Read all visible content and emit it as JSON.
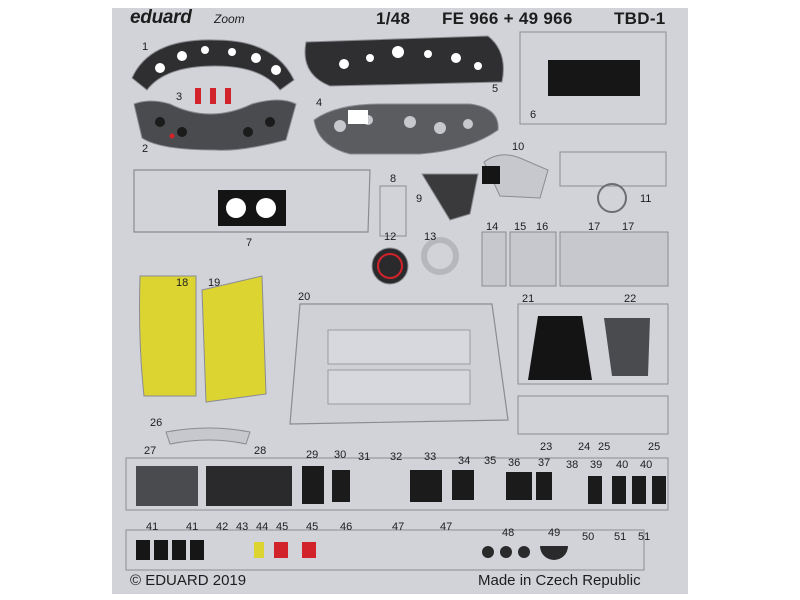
{
  "sheet": {
    "brand": "eduard",
    "sub_brand": "Zoom",
    "scale": "1/48",
    "product_code": "FE 966 + 49 966",
    "model": "TBD-1",
    "copyright": "© EDUARD 2019",
    "origin": "Made in Czech Republic"
  },
  "colors": {
    "fret": "#d1d3d9",
    "part_dark": "#3a3a3c",
    "part_black": "#111111",
    "seatbelt_yellow": "#dcd531",
    "accent_red": "#d2232a"
  },
  "part_numbers": [
    "1",
    "2",
    "3",
    "4",
    "5",
    "6",
    "7",
    "8",
    "9",
    "10",
    "11",
    "12",
    "13",
    "14",
    "15",
    "16",
    "17",
    "17",
    "18",
    "19",
    "20",
    "21",
    "22",
    "23",
    "24",
    "25",
    "25",
    "26",
    "27",
    "28",
    "29",
    "30",
    "31",
    "32",
    "33",
    "34",
    "35",
    "36",
    "37",
    "38",
    "39",
    "40",
    "40",
    "41",
    "41",
    "42",
    "43",
    "44",
    "45",
    "45",
    "46",
    "47",
    "47",
    "48",
    "49",
    "50",
    "51",
    "51"
  ]
}
